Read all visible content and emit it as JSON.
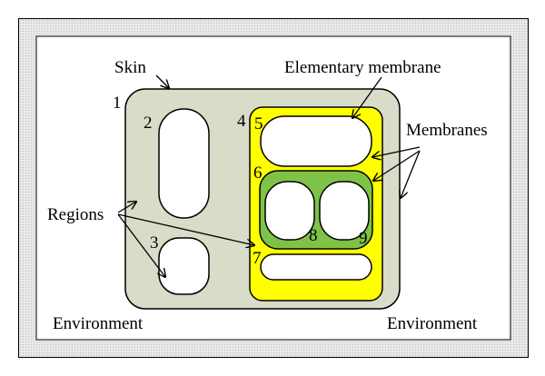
{
  "labels": {
    "skin": "Skin",
    "elementary_membrane": "Elementary membrane",
    "membranes": "Membranes",
    "regions": "Regions",
    "environment_left": "Environment",
    "environment_right": "Environment"
  },
  "region_numbers": [
    "1",
    "2",
    "3",
    "4",
    "5",
    "6",
    "7",
    "8",
    "9"
  ],
  "colors": {
    "skin_fill": "#d8dcc8",
    "membrane_outer_fill": "#ffff00",
    "membrane_inner_fill": "#7ec348",
    "region_fill": "#ffffff",
    "stroke": "#000000"
  }
}
